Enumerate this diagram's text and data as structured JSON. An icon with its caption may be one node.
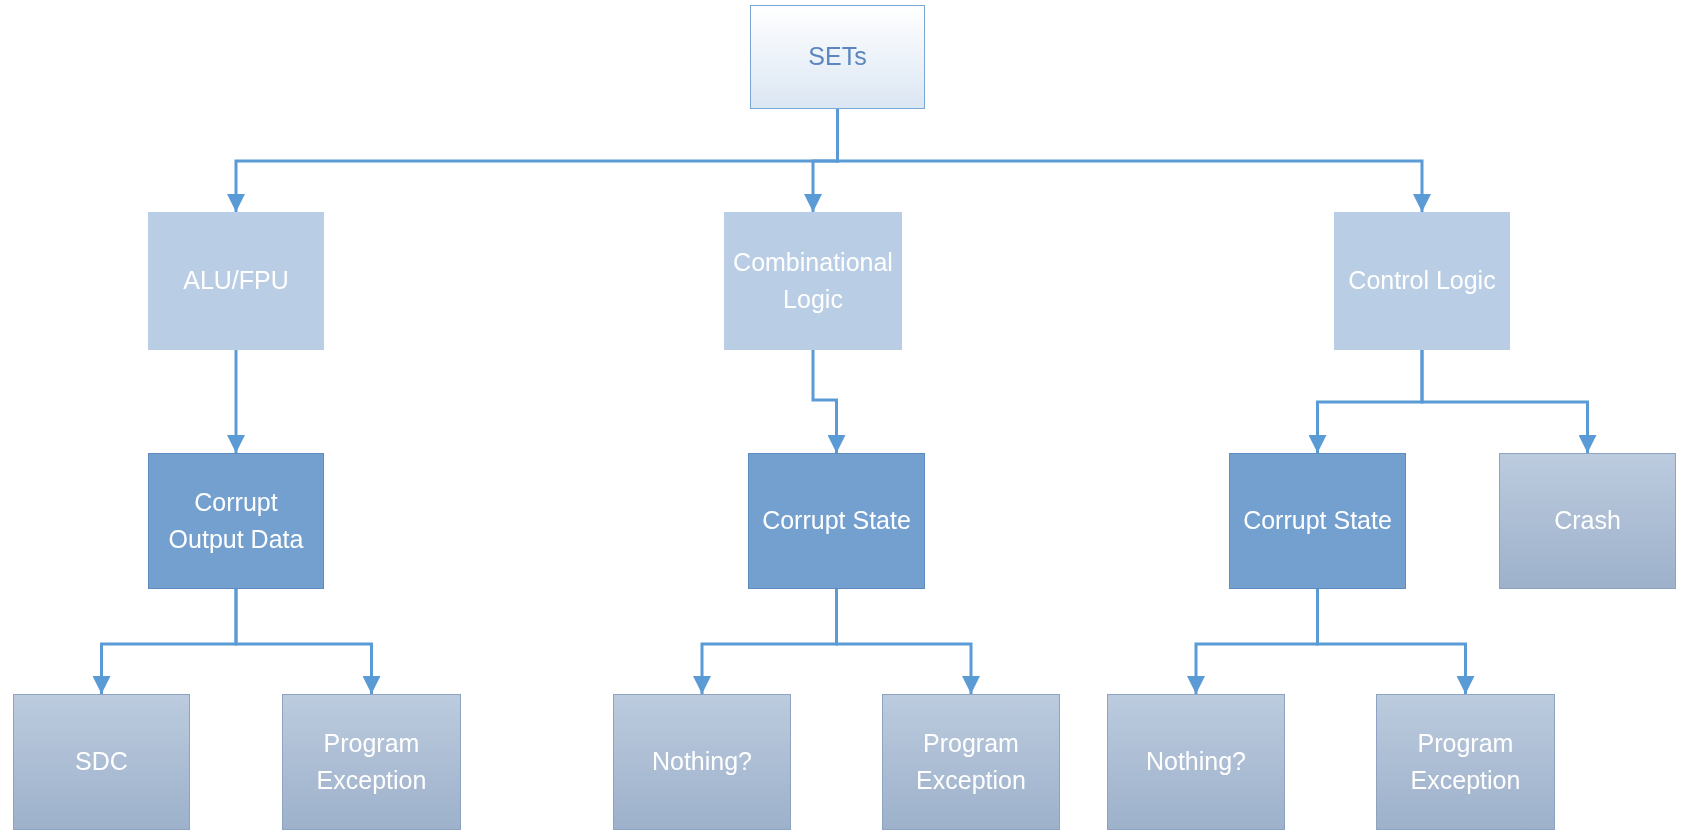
{
  "diagram": {
    "nodes": [
      {
        "text": [
          "SETs"
        ]
      },
      {
        "text": [
          "ALU/FPU"
        ]
      },
      {
        "text": [
          "Combinational Logic"
        ]
      },
      {
        "text": [
          "Control Logic"
        ]
      },
      {
        "text": [
          "Corrupt Output Data"
        ]
      },
      {
        "text": [
          "Corrupt State"
        ]
      },
      {
        "text": [
          "Corrupt State"
        ]
      },
      {
        "text": [
          "Crash"
        ]
      },
      {
        "text": [
          "SDC"
        ]
      },
      {
        "text": [
          "Program Exception"
        ]
      },
      {
        "text": [
          "Nothing?"
        ]
      },
      {
        "text": [
          "Program Exception"
        ]
      },
      {
        "text": [
          "Nothing?"
        ]
      },
      {
        "text": [
          "Program Exception"
        ]
      }
    ],
    "edges": [
      {
        "from": 0,
        "to": 1,
        "arrow": "to"
      },
      {
        "from": 0,
        "to": 2,
        "arrow": "to"
      },
      {
        "from": 0,
        "to": 3,
        "arrow": "to"
      },
      {
        "from": 1,
        "to": 4,
        "arrow": "to"
      },
      {
        "from": 2,
        "to": 5,
        "arrow": "to"
      },
      {
        "from": 3,
        "to": 6,
        "arrow": "to"
      },
      {
        "from": 3,
        "to": 7,
        "arrow": "to"
      },
      {
        "from": 4,
        "to": 8,
        "arrow": "to"
      },
      {
        "from": 4,
        "to": 9,
        "arrow": "to"
      },
      {
        "from": 5,
        "to": 10,
        "arrow": "to"
      },
      {
        "from": 5,
        "to": 11,
        "arrow": "to"
      },
      {
        "from": 6,
        "to": 12,
        "arrow": "to"
      },
      {
        "from": 6,
        "to": 13,
        "arrow": "to"
      }
    ]
  }
}
